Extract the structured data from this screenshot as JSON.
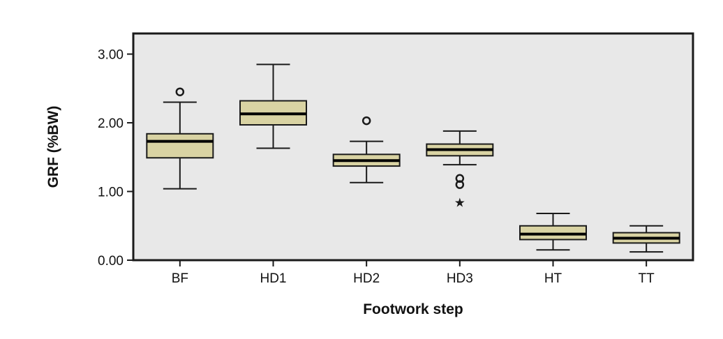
{
  "chart_data": {
    "type": "boxplot",
    "title": "",
    "xlabel": "Footwork step",
    "ylabel": "GRF (%BW)",
    "ylim": [
      0,
      3.3
    ],
    "yticks": [
      0,
      1,
      2,
      3
    ],
    "ytick_labels": [
      "0.00",
      "1.00",
      "2.00",
      "3.00"
    ],
    "grid": false,
    "colors": {
      "plot_bg": "#e8e8e8",
      "box_fill": "#d9d3a3",
      "stroke": "#1a1a1a"
    },
    "categories": [
      "BF",
      "HD1",
      "HD2",
      "HD3",
      "HT",
      "TT"
    ],
    "boxes": [
      {
        "label": "BF",
        "whisker_low": 1.04,
        "q1": 1.49,
        "median": 1.73,
        "q3": 1.84,
        "whisker_high": 2.3,
        "outliers": [
          2.45
        ],
        "extremes": []
      },
      {
        "label": "HD1",
        "whisker_low": 1.63,
        "q1": 1.97,
        "median": 2.13,
        "q3": 2.32,
        "whisker_high": 2.85,
        "outliers": [],
        "extremes": []
      },
      {
        "label": "HD2",
        "whisker_low": 1.13,
        "q1": 1.37,
        "median": 1.45,
        "q3": 1.54,
        "whisker_high": 1.73,
        "outliers": [
          2.03
        ],
        "extremes": []
      },
      {
        "label": "HD3",
        "whisker_low": 1.39,
        "q1": 1.52,
        "median": 1.61,
        "q3": 1.69,
        "whisker_high": 1.88,
        "outliers": [
          1.19,
          1.1
        ],
        "extremes": [
          0.86
        ]
      },
      {
        "label": "HT",
        "whisker_low": 0.15,
        "q1": 0.3,
        "median": 0.38,
        "q3": 0.5,
        "whisker_high": 0.68,
        "outliers": [],
        "extremes": []
      },
      {
        "label": "TT",
        "whisker_low": 0.12,
        "q1": 0.25,
        "median": 0.32,
        "q3": 0.4,
        "whisker_high": 0.5,
        "outliers": [],
        "extremes": []
      }
    ]
  }
}
